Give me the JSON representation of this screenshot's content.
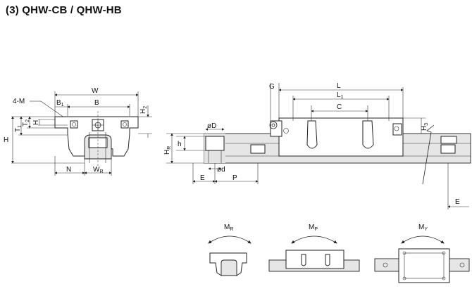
{
  "title": "(3) QHW-CB / QHW-HB",
  "front_view": {
    "labels": {
      "four_m": "4-M",
      "w": "W",
      "b": "B",
      "b1": "B",
      "b1_sub": "1",
      "h2": "H",
      "h2_sub": "2",
      "h": "H",
      "t1": "T",
      "t1_sub": "1",
      "t2": "T",
      "t2_sub": "2",
      "h_small": "H",
      "h_small_sub": "1",
      "n": "N",
      "wr": "W",
      "wr_sub": "R"
    }
  },
  "side_view": {
    "labels": {
      "g": "G",
      "l": "L",
      "l1": "L",
      "l1_sub": "1",
      "c": "C",
      "h3": "H",
      "h3_sub": "3",
      "od": "øD",
      "h": "h",
      "hr": "H",
      "hr_sub": "R",
      "od_small": "ød",
      "e_left": "E",
      "p": "P",
      "e_right": "E"
    }
  },
  "moments": [
    {
      "label": "M",
      "sub": "R"
    },
    {
      "label": "M",
      "sub": "P"
    },
    {
      "label": "M",
      "sub": "Y"
    }
  ]
}
